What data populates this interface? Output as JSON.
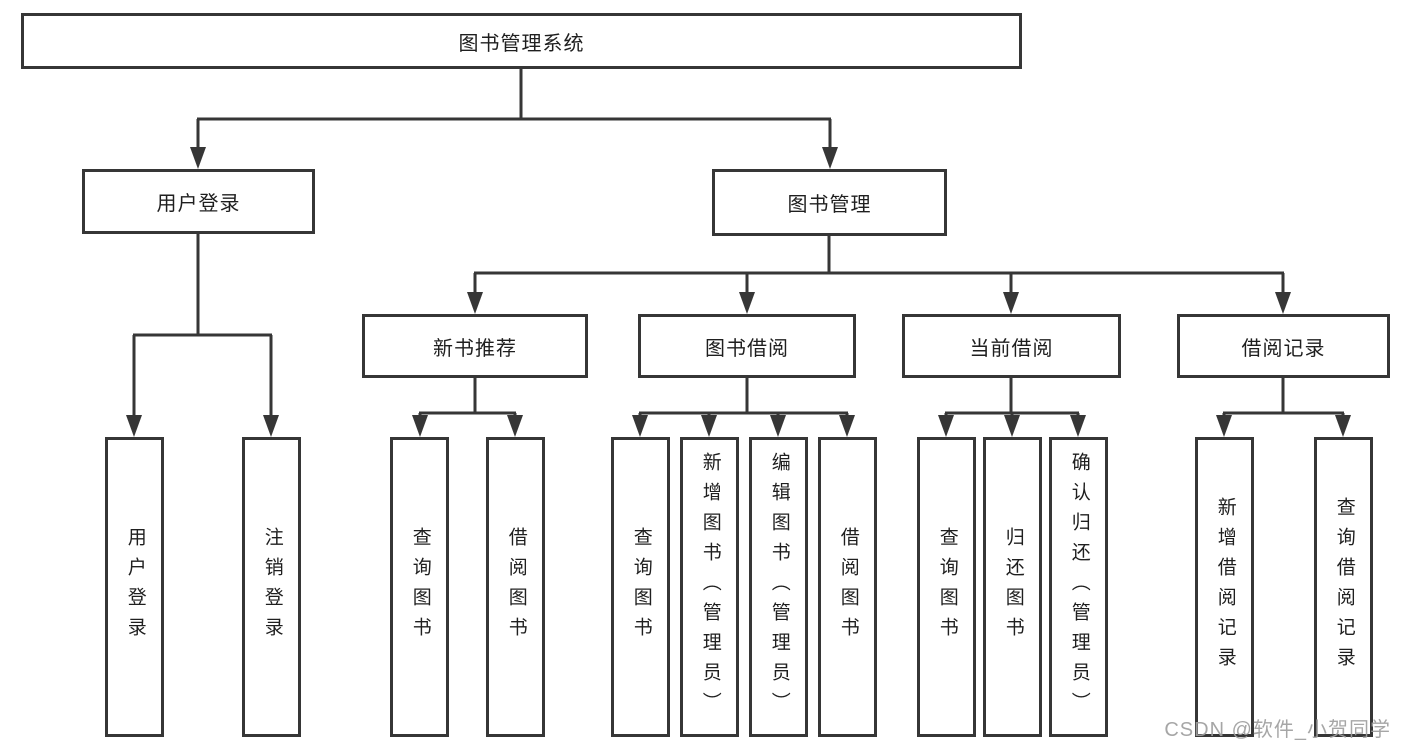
{
  "diagram": {
    "root": "图书管理系统",
    "groups": [
      {
        "parent": "用户登录",
        "children": [
          "用户登录",
          "注销登录"
        ]
      },
      {
        "parent": "图书管理",
        "sections": [
          {
            "parent": "新书推荐",
            "children": [
              "查询图书",
              "借阅图书"
            ]
          },
          {
            "parent": "图书借阅",
            "children": [
              "查询图书",
              "新增图书（管理员）",
              "编辑图书（管理员）",
              "借阅图书"
            ]
          },
          {
            "parent": "当前借阅",
            "children": [
              "查询图书",
              "归还图书",
              "确认归还（管理员）"
            ]
          },
          {
            "parent": "借阅记录",
            "children": [
              "新增借阅记录",
              "查询借阅记录"
            ]
          }
        ]
      }
    ]
  },
  "watermark": {
    "text": "CSDN @软件_小贺同学"
  },
  "colors": {
    "line": "#363636",
    "box_border": "#363636",
    "text": "#1f1f1f",
    "background": "#ffffff",
    "watermark": "#9e9e9e"
  }
}
